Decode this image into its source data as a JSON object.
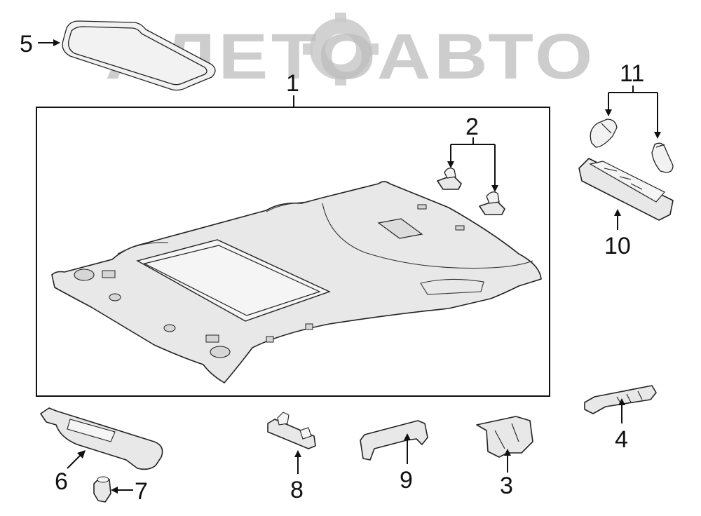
{
  "watermark": {
    "text": "АЛЕТОАВТО"
  },
  "callouts": [
    {
      "id": "1",
      "text": "1"
    },
    {
      "id": "2",
      "text": "2"
    },
    {
      "id": "3",
      "text": "3"
    },
    {
      "id": "4",
      "text": "4"
    },
    {
      "id": "5",
      "text": "5"
    },
    {
      "id": "6",
      "text": "6"
    },
    {
      "id": "7",
      "text": "7"
    },
    {
      "id": "8",
      "text": "8"
    },
    {
      "id": "9",
      "text": "9"
    },
    {
      "id": "10",
      "text": "10"
    },
    {
      "id": "11",
      "text": "11"
    }
  ]
}
